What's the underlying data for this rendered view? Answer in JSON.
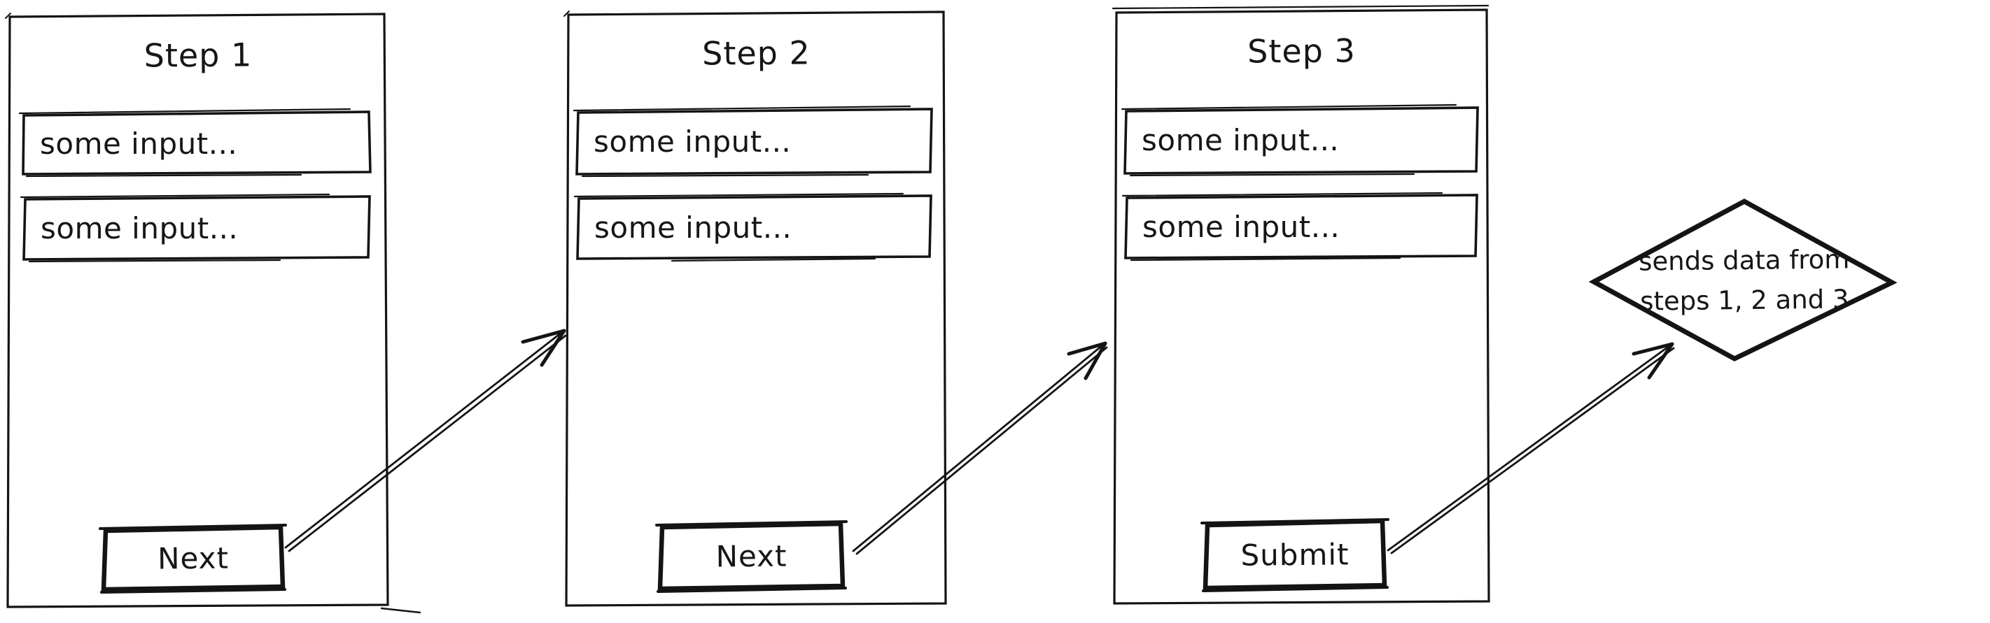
{
  "colors": {
    "background": "#ffffff",
    "ink": "#141414"
  },
  "panels": [
    {
      "title": "Step 1",
      "inputs": [
        "some input...",
        "some input..."
      ],
      "button": "Next"
    },
    {
      "title": "Step 2",
      "inputs": [
        "some input...",
        "some input..."
      ],
      "button": "Next"
    },
    {
      "title": "Step 3",
      "inputs": [
        "some input...",
        "some input..."
      ],
      "button": "Submit"
    }
  ],
  "diamond": {
    "line1": "sends data from",
    "line2": "steps 1, 2 and 3"
  },
  "arrows": [
    {
      "from": "Step 1 Next button",
      "to": "Step 2 panel"
    },
    {
      "from": "Step 2 Next button",
      "to": "Step 3 panel"
    },
    {
      "from": "Step 3 Submit button",
      "to": "sends data diamond"
    }
  ]
}
